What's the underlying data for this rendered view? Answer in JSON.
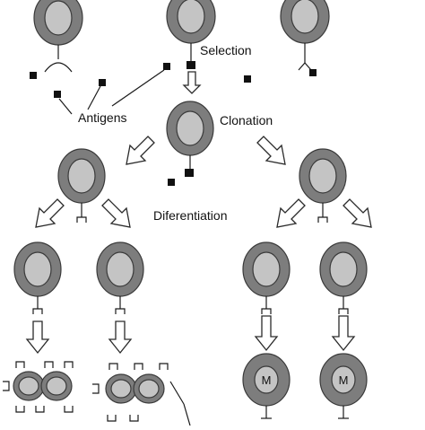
{
  "labels": {
    "selection": "Selection",
    "antigens": "Antigens",
    "clonation": "Clonation",
    "diferentiation": "Diferentiation"
  },
  "memory_cell_letter": "M",
  "colors": {
    "cell_outer": "#7d7d7d",
    "cell_inner": "#c4c4c4",
    "antigen": "#111111",
    "line": "#1a1a1a"
  }
}
